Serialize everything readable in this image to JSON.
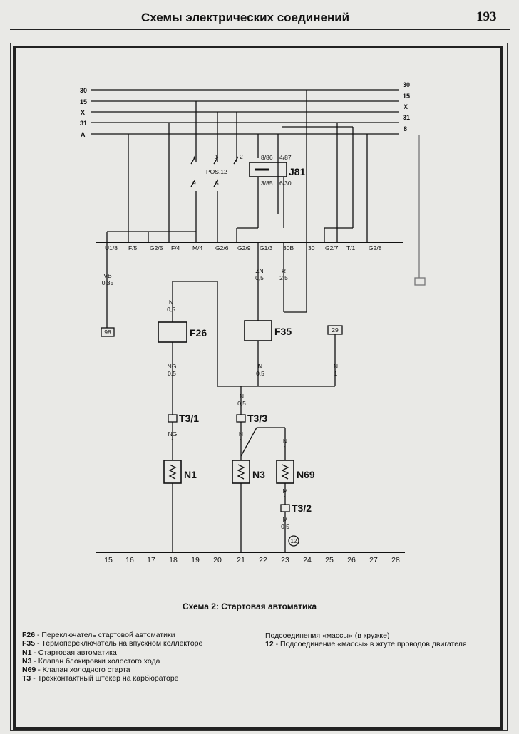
{
  "header": {
    "title": "Схемы электрических соединений",
    "page_number": "193"
  },
  "caption": "Схема 2: Стартовая автоматика",
  "rails": [
    {
      "left": "30",
      "right": "30"
    },
    {
      "left": "15",
      "right": "15"
    },
    {
      "left": "X",
      "right": "X"
    },
    {
      "left": "31",
      "right": "31"
    },
    {
      "left": "A",
      "right": "8"
    }
  ],
  "relay": {
    "name": "J81",
    "pins": [
      "8/86",
      "4/87",
      "3/85",
      "6/30"
    ],
    "label": "POS.12"
  },
  "switch_pins": [
    "7",
    "1",
    "2",
    "9",
    "5"
  ],
  "connectors": [
    "U1/8",
    "F/5",
    "G2/5",
    "F/4",
    "M/4",
    "G2/6",
    "G2/9",
    "G1/3",
    "30B",
    "30",
    "G2/7",
    "T/1",
    "G2/8"
  ],
  "wires": {
    "vb": [
      "VB",
      "0,35"
    ],
    "zn": [
      "ZN",
      "0,5"
    ],
    "r": [
      "R",
      "2,5"
    ],
    "n_f26_top": [
      "N",
      "0,5"
    ],
    "ng_f26": [
      "NG",
      "0,5"
    ],
    "n_f35": [
      "N",
      "0,5"
    ],
    "n_29": [
      "N",
      "1"
    ],
    "n_junction": [
      "N",
      "0,5"
    ],
    "ng_t31": [
      "NG",
      "1"
    ],
    "n_t33": [
      "N",
      "1"
    ],
    "n_n69": [
      "N",
      "1"
    ],
    "m_n69": [
      "M",
      "1"
    ],
    "m_t32": [
      "M",
      "0,5"
    ]
  },
  "components": {
    "f26": "F26",
    "f35": "F35",
    "n1": "N1",
    "n3": "N3",
    "n69": "N69",
    "t31": "T3/1",
    "t33": "T3/3",
    "t32": "T3/2",
    "ref98": "98",
    "ref29": "29",
    "ground": "12"
  },
  "grid_numbers": [
    "15",
    "16",
    "17",
    "18",
    "19",
    "20",
    "21",
    "22",
    "23",
    "24",
    "25",
    "26",
    "27",
    "28"
  ],
  "legend_left": [
    {
      "code": "F26",
      "text": "- Переключатель стартовой автоматики"
    },
    {
      "code": "F35",
      "text": "- Термопереключатель на впускном коллекторе"
    },
    {
      "code": "N1",
      "text": "- Стартовая автоматика"
    },
    {
      "code": "N3",
      "text": "- Клапан блокировки холостого хода"
    },
    {
      "code": "N69",
      "text": "- Клапан холодного старта"
    },
    {
      "code": "T3",
      "text": "- Трехконтактный штекер на карбюраторе"
    }
  ],
  "legend_right": {
    "title": "Подсоединения «массы» (в кружке)",
    "items": [
      {
        "code": "12",
        "text": "- Подсоединение «массы» в жгуте проводов двигателя"
      }
    ]
  }
}
